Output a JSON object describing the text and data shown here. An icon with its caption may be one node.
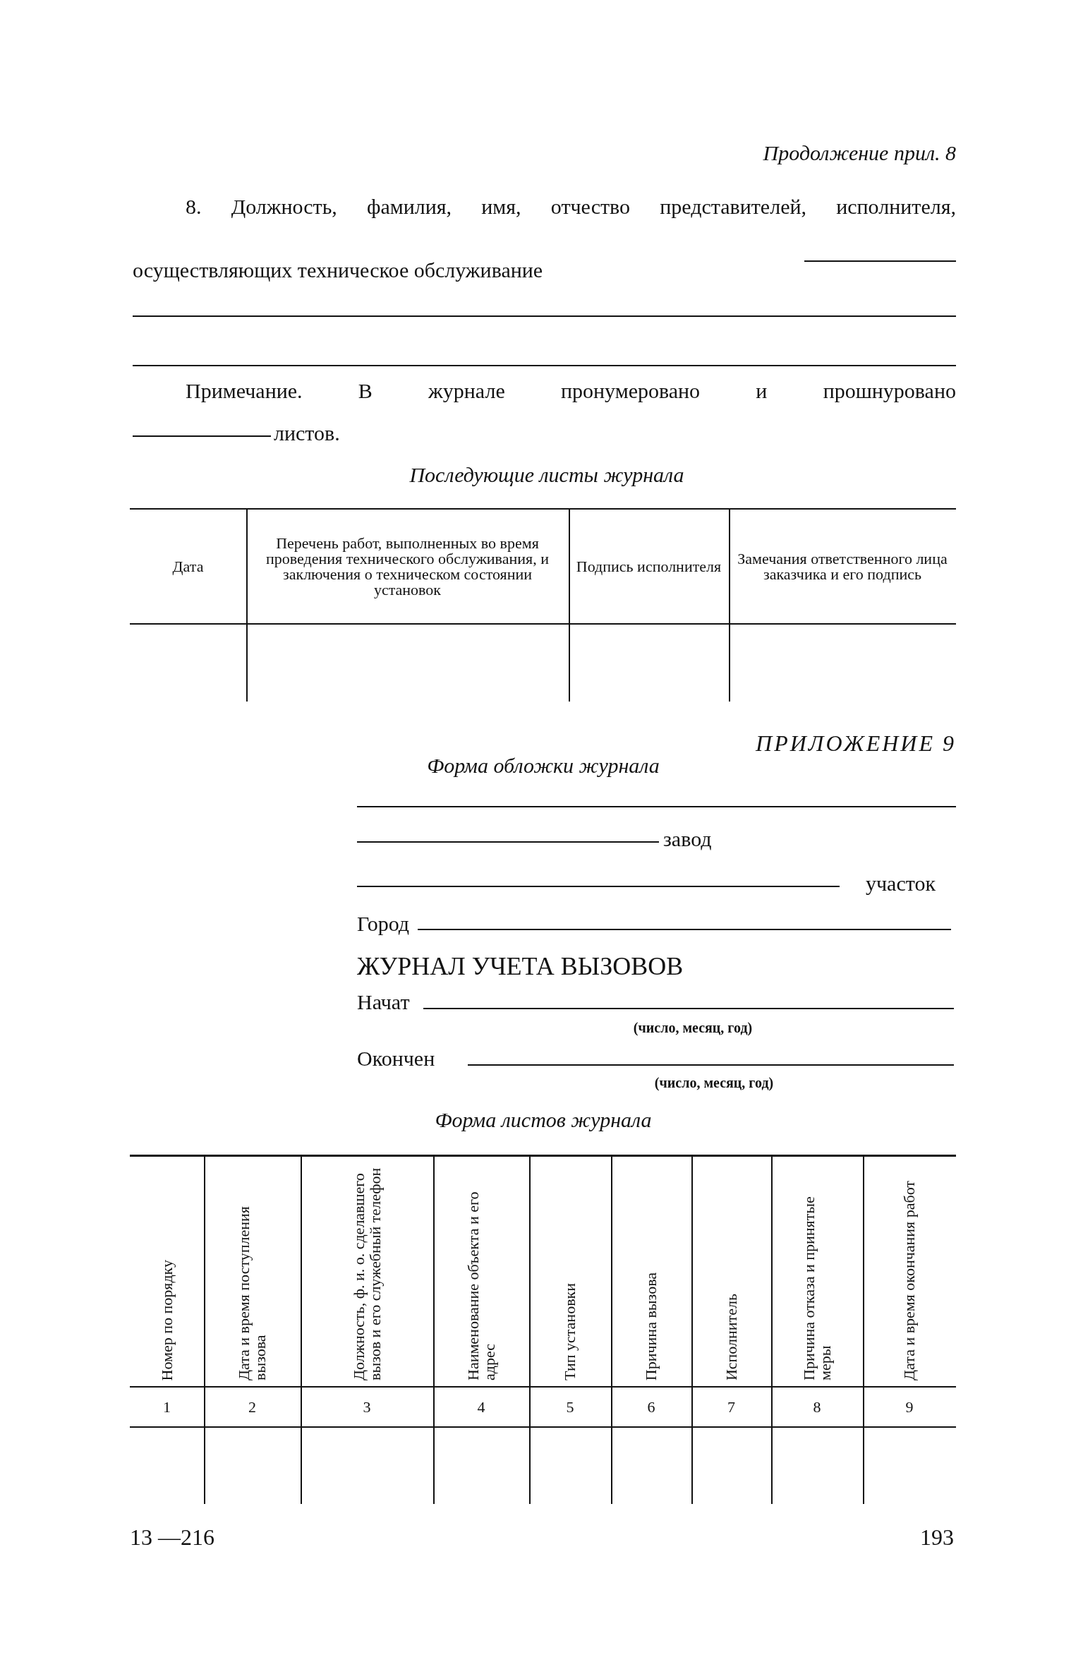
{
  "diagram": {
    "labels": [
      "Продолжение прил. 8",
      "8. Должность, фамилия, имя, отчество представителей, исполнителя, осуществляющих техническое обслуживание",
      "Примечание. В журнале пронумеровано и прошнуровано",
      "листов.",
      "Последующие листы журнала",
      "Дата",
      "Перечень работ, выполненных во время проведения технического обслуживания, и заключения о техническом состоянии установок",
      "Подпись исполнителя",
      "Замечания ответственного лица заказчика и его подпись",
      "ПРИЛОЖЕНИЕ 9",
      "Форма обложки журнала",
      "завод",
      "участок",
      "Город",
      "ЖУРНАЛ УЧЕТА ВЫЗОВОВ",
      "Начат",
      "(число, месяц, год)",
      "Окончен",
      "(число, месяц, год)",
      "Форма листов журнала",
      "Номер по порядку",
      "Дата и время поступления вызова",
      "Должность, ф. и. о. сделавшего вызов и его служебный телефон",
      "Наименование объекта и его адрес",
      "Тип установки",
      "Причина вызова",
      "Исполнитель",
      "Причина отказа и принятые меры",
      "Дата и время окончания работ",
      "1",
      "2",
      "3",
      "4",
      "5",
      "6",
      "7",
      "8",
      "9",
      "13 —216",
      "193"
    ]
  }
}
